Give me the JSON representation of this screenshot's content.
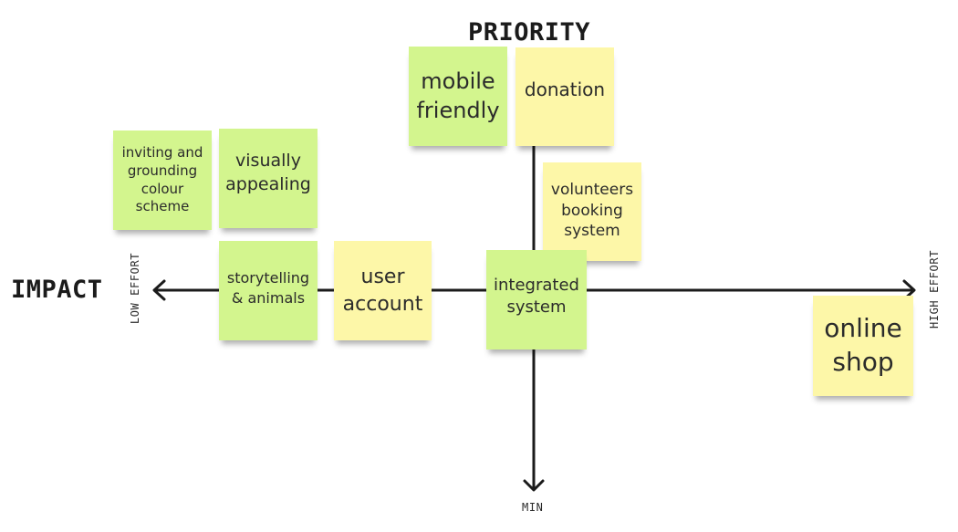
{
  "title": "PRIORITY",
  "axis_labels": {
    "left": "IMPACT",
    "low_effort": "LOW EFFORT",
    "high_effort": "HIGH EFFORT",
    "bottom": "MIN"
  },
  "colors": {
    "green_note": "#d3f58e",
    "yellow_note": "#fdf7a8",
    "axis": "#1b1b1b"
  },
  "notes": {
    "mobile_friendly": "mobile\nfriendly",
    "donation": "donation",
    "inviting_colour": "inviting and\ngrounding\ncolour\nscheme",
    "visually_appealing": "visually\nappealing",
    "volunteers_booking": "volunteers\nbooking\nsystem",
    "storytelling": "storytelling\n& animals",
    "user_account": "user\naccount",
    "integrated_system": "integrated\nsystem",
    "online_shop": "online\nshop"
  }
}
